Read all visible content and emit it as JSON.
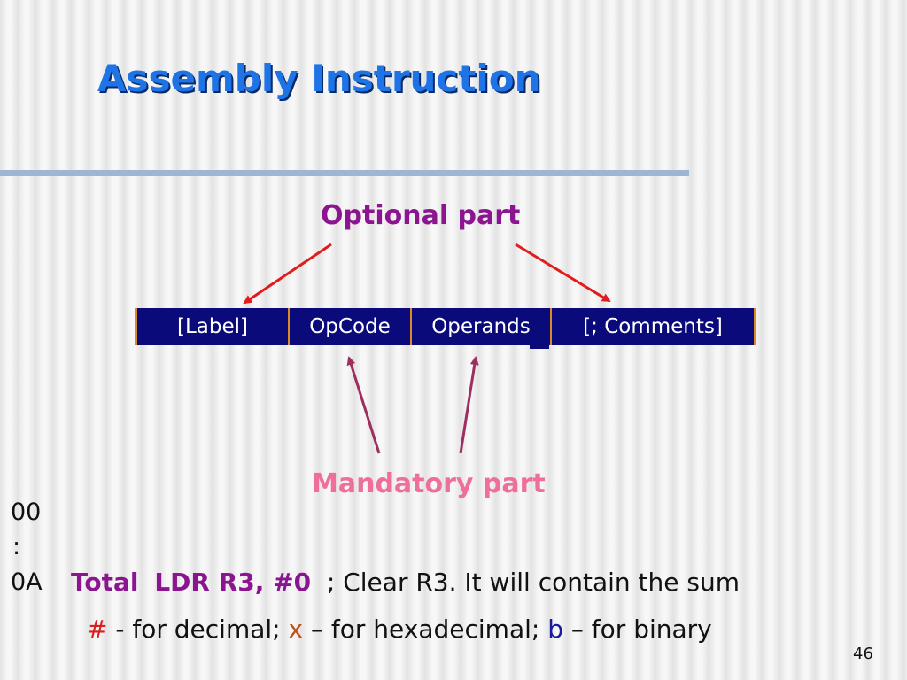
{
  "slide": {
    "title": "Assembly Instruction",
    "page_number": "46"
  },
  "diagram": {
    "optional_label": "Optional part",
    "mandatory_label": "Mandatory part",
    "fields": [
      "[Label]",
      "OpCode",
      "Operands",
      "[; Comments]"
    ],
    "colors": {
      "bar": "#0a0a7a",
      "separator": "#d98a2a",
      "optional_arrow": "#e21c1c",
      "mandatory_arrow": "#9e2e5e"
    }
  },
  "example": {
    "addr_start": "00",
    "addr_ellipsis": ":",
    "addr_current": "0A",
    "label": "Total",
    "instruction": "LDR R3, #0",
    "comment": "; Clear R3. It will contain the sum"
  },
  "note": {
    "hash": "#",
    "hash_text": " - for decimal; ",
    "x": "x",
    "x_text": " – for hexadecimal; ",
    "b": "b",
    "b_text": " – for binary"
  }
}
